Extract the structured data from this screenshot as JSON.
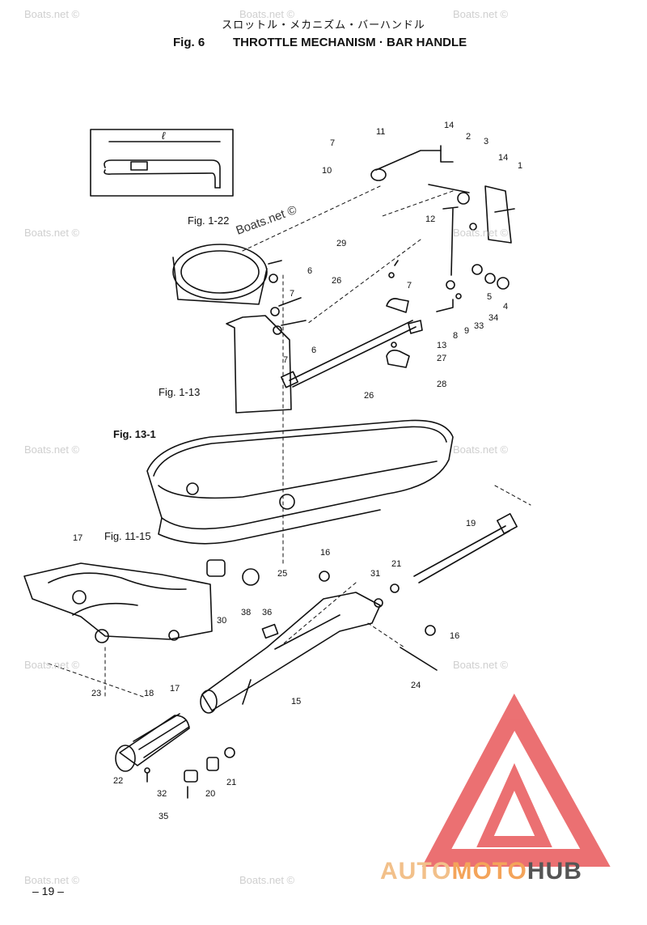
{
  "header": {
    "japanese_title": "スロットル・メカニズム・バーハンドル",
    "fig_label": "Fig. 6",
    "title": "THROTTLE MECHANISM · BAR HANDLE"
  },
  "inset": {
    "dimension_label": "ℓ"
  },
  "watermark": "Boats.net ©",
  "figure_refs": [
    "Fig. 1-22",
    "Fig. 1-13",
    "Fig. 13-1",
    "Fig. 11-15"
  ],
  "part_labels": [
    "11",
    "14",
    "7",
    "2",
    "3",
    "14",
    "1",
    "10",
    "12",
    "29",
    "6",
    "7",
    "26",
    "7",
    "5",
    "4",
    "6",
    "8",
    "9",
    "33",
    "34",
    "13",
    "7",
    "27",
    "28",
    "26",
    "19",
    "17",
    "16",
    "21",
    "25",
    "31",
    "30",
    "38",
    "36",
    "16",
    "23",
    "17",
    "24",
    "18",
    "15",
    "22",
    "32",
    "20",
    "21",
    "35"
  ],
  "page_number": "– 19 –",
  "logo": {
    "part1": "AUTO",
    "part2": "MOTO",
    "part3": "HUB",
    "accent": "#e8585a"
  }
}
